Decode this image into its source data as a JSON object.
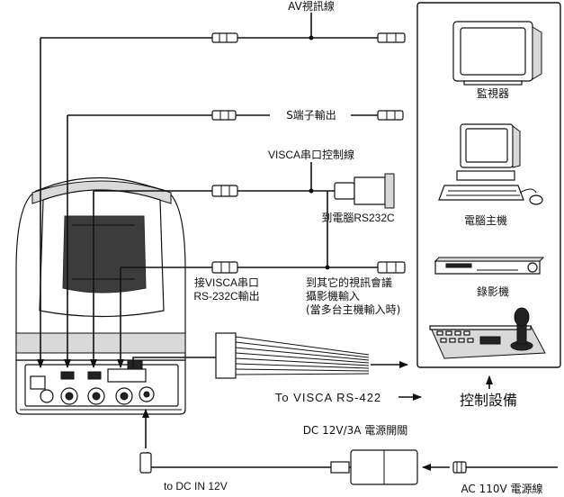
{
  "labels": {
    "av_cable": "AV視訊線",
    "s_video": "S端子輸出",
    "visca_cable": "VISCA串口控制線",
    "to_pc_rs232c": "到電腦RS232C",
    "visca_in_line1": "接VISCA串口",
    "visca_in_line2": "RS-232C輸出",
    "other_cam_line1": "到其它的視訊會議",
    "other_cam_line2": "攝影機輸入",
    "other_cam_line3": "(當多台主機輸入時)",
    "monitor": "監視器",
    "pc": "電腦主機",
    "vcr": "錄影機",
    "control_equipment": "控制設備",
    "to_visca_rs422": "To VISCA RS-422",
    "dc_switch": "DC 12V/3A 電源開關",
    "dc_in": "to DC IN 12V",
    "ac_cord": "AC 110V 電源線"
  },
  "icons": {
    "camera": "ptz-camera-icon",
    "monitor": "crt-monitor-icon",
    "pc": "desktop-pc-icon",
    "vcr": "vcr-icon",
    "controller": "joystick-controller-icon",
    "adapter": "power-adapter-icon"
  }
}
